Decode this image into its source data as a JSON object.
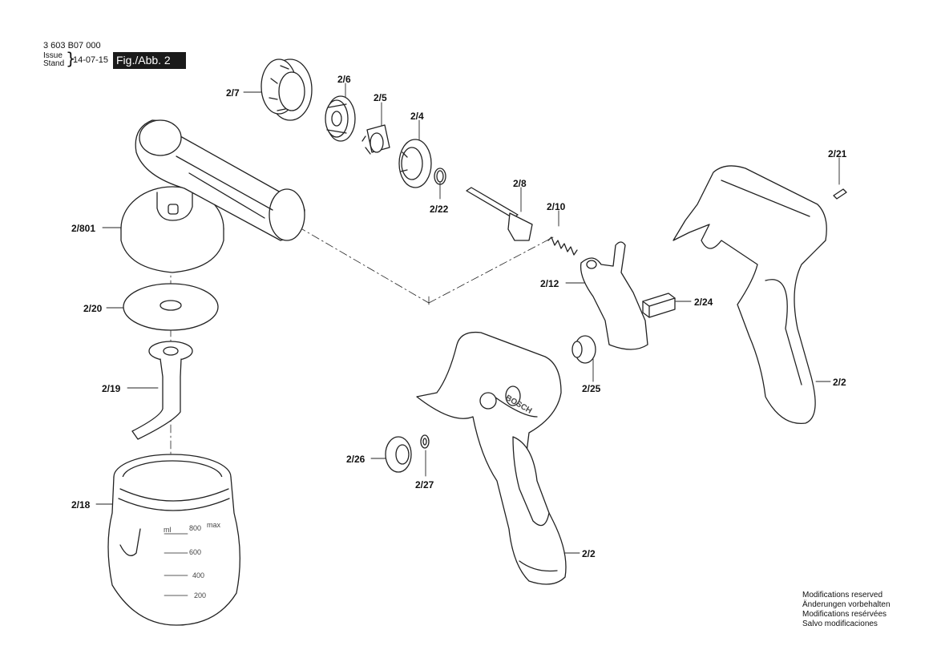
{
  "header": {
    "doc_number": "3 603 B07 000",
    "issue_label": "Issue",
    "stand_label": "Stand",
    "date": "14-07-15",
    "figure": "Fig./Abb. 2"
  },
  "footnote": [
    "Modifications reserved",
    "Änderungen vorbehalten",
    "Modifications resérvées",
    "Salvo modificaciones"
  ],
  "callouts": {
    "c_2_7": "2/7",
    "c_2_6": "2/6",
    "c_2_5": "2/5",
    "c_2_4": "2/4",
    "c_2_22": "2/22",
    "c_2_8": "2/8",
    "c_2_10": "2/10",
    "c_2_801": "2/801",
    "c_2_20": "2/20",
    "c_2_19": "2/19",
    "c_2_18": "2/18",
    "c_2_12": "2/12",
    "c_2_24": "2/24",
    "c_2_21": "2/21",
    "c_2_2_right": "2/2",
    "c_2_25": "2/25",
    "c_2_26": "2/26",
    "c_2_27": "2/27",
    "c_2_2_handle": "2/2"
  },
  "container_scale": [
    "800",
    "600",
    "400",
    "200"
  ],
  "container_unit": "ml",
  "container_max": "max",
  "brand": "BOSCH"
}
